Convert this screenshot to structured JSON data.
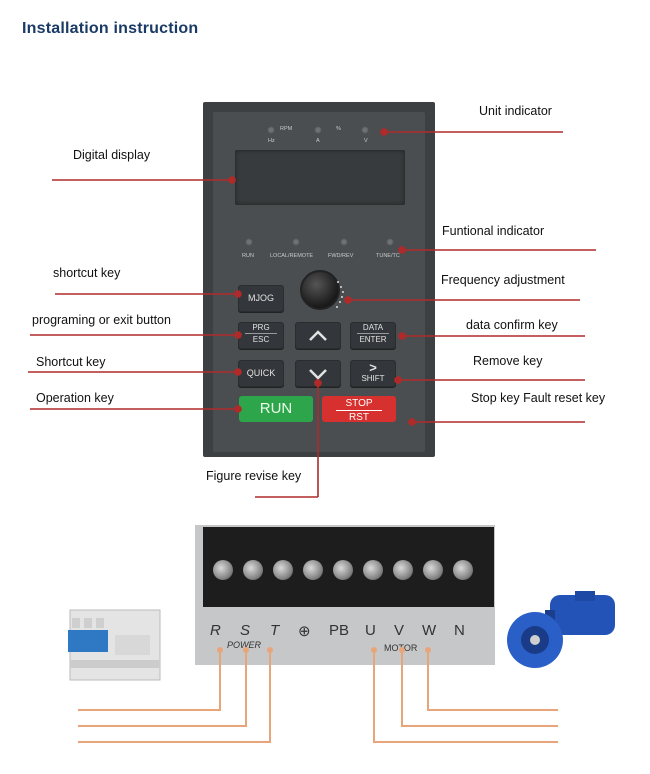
{
  "title": "Installation instruction",
  "labels": {
    "unit_indicator": "Unit indicator",
    "digital_display": "Digital display",
    "functional_indicator": "Funtional indicator",
    "shortcut_key_1": "shortcut key",
    "frequency_adjustment": "Frequency adjustment",
    "programing_exit": "programing or exit button",
    "data_confirm": "data confirm key",
    "shortcut_key_2": "Shortcut key",
    "remove_key": "Remove key",
    "operation_key": "Operation key",
    "stop_key": "Stop key Fault reset key",
    "figure_revise": "Figure revise key"
  },
  "keypad": {
    "unit_leds": [
      "Hz",
      "A",
      "V"
    ],
    "unit_top_labels": [
      "RPM",
      "%"
    ],
    "func_leds": [
      "RUN",
      "LOCAL/REMOTE",
      "FWD/REV",
      "TUNE/TC"
    ],
    "keys": {
      "mjog": "MJOG",
      "prg_top": "PRG",
      "prg_bottom": "ESC",
      "data_top": "DATA",
      "data_bottom": "ENTER",
      "quick": "QUICK",
      "shift_top": ">",
      "shift_bottom": "SHIFT",
      "run": "RUN",
      "stop_top": "STOP",
      "stop_bottom": "RST",
      "up": "^",
      "down": "v"
    }
  },
  "terminal": {
    "labels": [
      "R",
      "S",
      "T",
      "⊕",
      "PB",
      "U",
      "V",
      "W",
      "N"
    ],
    "power": "POWER",
    "motor": "MOTOR"
  },
  "colors": {
    "pointer_line": "#b02a2a",
    "wire": "#e8a57a",
    "run": "#2da54a",
    "stop": "#d6312f",
    "title": "#1a3a66"
  }
}
